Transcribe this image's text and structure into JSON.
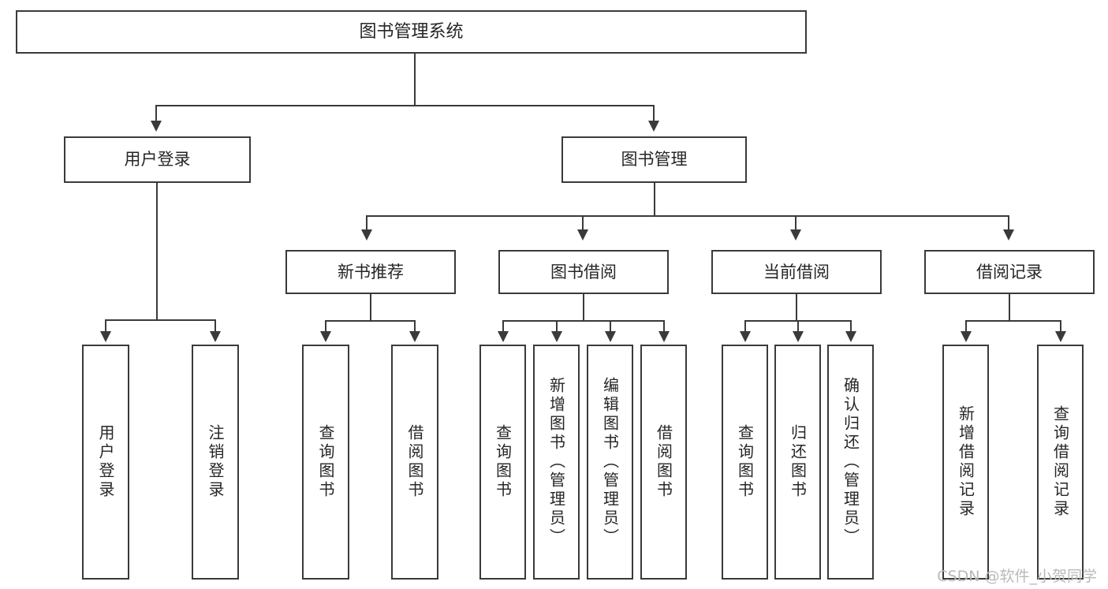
{
  "diagram": {
    "title_box": {
      "label": "图书管理系统"
    },
    "level2": [
      {
        "key": "user_login",
        "label": "用户登录"
      },
      {
        "key": "book_manage",
        "label": "图书管理"
      }
    ],
    "level3": [
      {
        "key": "new_book_rec",
        "label": "新书推荐"
      },
      {
        "key": "book_borrow",
        "label": "图书借阅"
      },
      {
        "key": "current_borrow",
        "label": "当前借阅"
      },
      {
        "key": "borrow_record",
        "label": "借阅记录"
      }
    ],
    "leaves": {
      "user_login": [
        {
          "key": "login",
          "label": "用户登录"
        },
        {
          "key": "logout",
          "label": "注销登录"
        }
      ],
      "new_book_rec": [
        {
          "key": "query_books_a",
          "label": "查询图书"
        },
        {
          "key": "borrow_books_a",
          "label": "借阅图书"
        }
      ],
      "book_borrow": [
        {
          "key": "query_books_b",
          "label": "查询图书"
        },
        {
          "key": "add_book",
          "label": "新增图书（管理员）"
        },
        {
          "key": "edit_book",
          "label": "编辑图书（管理员）"
        },
        {
          "key": "borrow_books_b",
          "label": "借阅图书"
        }
      ],
      "current_borrow": [
        {
          "key": "query_books_c",
          "label": "查询图书"
        },
        {
          "key": "return_book",
          "label": "归还图书"
        },
        {
          "key": "confirm_return",
          "label": "确认归还（管理员）"
        }
      ],
      "borrow_record": [
        {
          "key": "add_record",
          "label": "新增借阅记录"
        },
        {
          "key": "query_record",
          "label": "查询借阅记录"
        }
      ]
    }
  },
  "watermark": {
    "text": "CSDN @软件_小贺同学"
  },
  "colors": {
    "stroke": "#3a3a3a",
    "text": "#262626",
    "background": "#ffffff",
    "watermark": "#b9b9b9"
  }
}
